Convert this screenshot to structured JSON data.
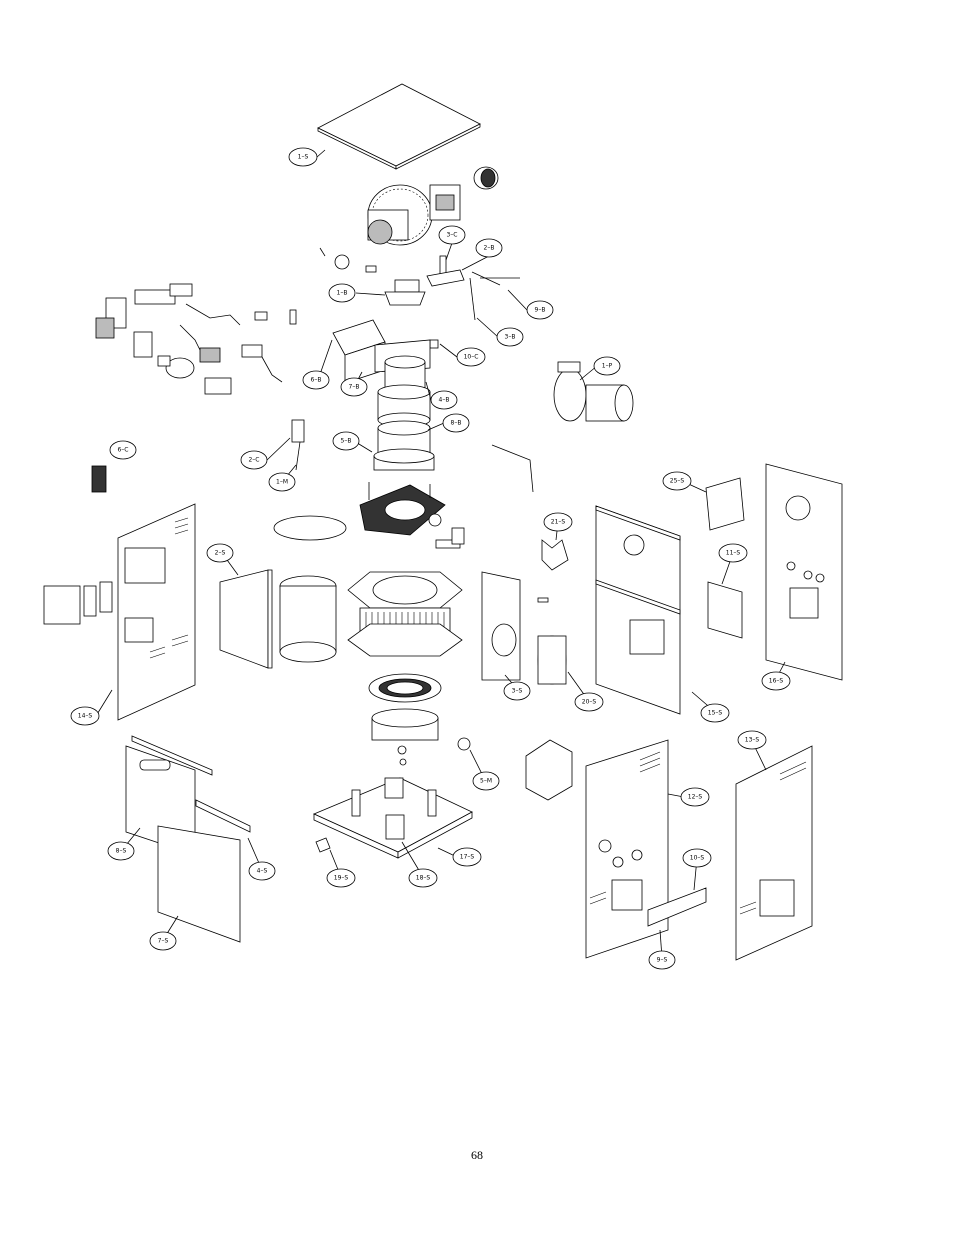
{
  "diagram": {
    "callouts": [
      {
        "id": "1s",
        "label": "1–S"
      },
      {
        "id": "3c",
        "label": "3–C"
      },
      {
        "id": "2b",
        "label": "2–B"
      },
      {
        "id": "1b",
        "label": "1–B"
      },
      {
        "id": "9b",
        "label": "9–B"
      },
      {
        "id": "3b",
        "label": "3–B"
      },
      {
        "id": "10c",
        "label": "10–C"
      },
      {
        "id": "6b",
        "label": "6–B"
      },
      {
        "id": "7b",
        "label": "7–B"
      },
      {
        "id": "4b",
        "label": "4–B"
      },
      {
        "id": "8b",
        "label": "8–B"
      },
      {
        "id": "5b",
        "label": "5–B"
      },
      {
        "id": "1p",
        "label": "1–P"
      },
      {
        "id": "2c",
        "label": "2–C"
      },
      {
        "id": "1m",
        "label": "1–M"
      },
      {
        "id": "6c",
        "label": "6–C"
      },
      {
        "id": "25s",
        "label": "25–S"
      },
      {
        "id": "21s",
        "label": "21–S"
      },
      {
        "id": "11s",
        "label": "11–S"
      },
      {
        "id": "2s",
        "label": "2–S"
      },
      {
        "id": "16s",
        "label": "16–S"
      },
      {
        "id": "3s",
        "label": "3–S"
      },
      {
        "id": "20s",
        "label": "20–S"
      },
      {
        "id": "15s",
        "label": "15–S"
      },
      {
        "id": "14s",
        "label": "14–S"
      },
      {
        "id": "5m",
        "label": "5–M"
      },
      {
        "id": "13s",
        "label": "13–S"
      },
      {
        "id": "12s",
        "label": "12–S"
      },
      {
        "id": "8s",
        "label": "8–S"
      },
      {
        "id": "4s",
        "label": "4–S"
      },
      {
        "id": "17s",
        "label": "17–S"
      },
      {
        "id": "19s",
        "label": "19–S"
      },
      {
        "id": "18s",
        "label": "18–S"
      },
      {
        "id": "10s",
        "label": "10–S"
      },
      {
        "id": "7s",
        "label": "7–S"
      },
      {
        "id": "9s",
        "label": "9–S"
      }
    ]
  },
  "page": {
    "number": "68"
  }
}
